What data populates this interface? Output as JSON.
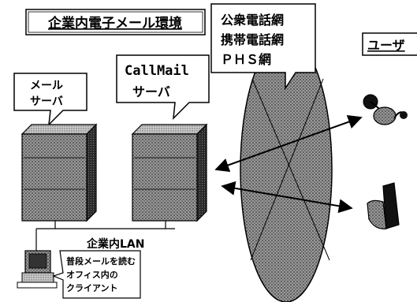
{
  "title": "企業内電子メール環境",
  "user_label": "ユーザ",
  "network_callout": {
    "lines": [
      "公衆電話網",
      "携帯電話網",
      "ＰＨＳ網"
    ]
  },
  "mail_server": {
    "lines": [
      "メール",
      "サーバ"
    ]
  },
  "callmail_server": {
    "lines": [
      "CallMail",
      "サーバ"
    ]
  },
  "lan_label": "企業内LAN",
  "client_callout": {
    "lines": [
      "普段メールを読む",
      "オフィス内の",
      "クライアント"
    ]
  },
  "icons": {
    "mail_server": "server-tower-icon",
    "callmail_server": "server-tower-icon",
    "client": "desktop-computer-icon",
    "user_headset": "headset-phone-icon",
    "user_mobile": "mobile-phone-icon"
  }
}
